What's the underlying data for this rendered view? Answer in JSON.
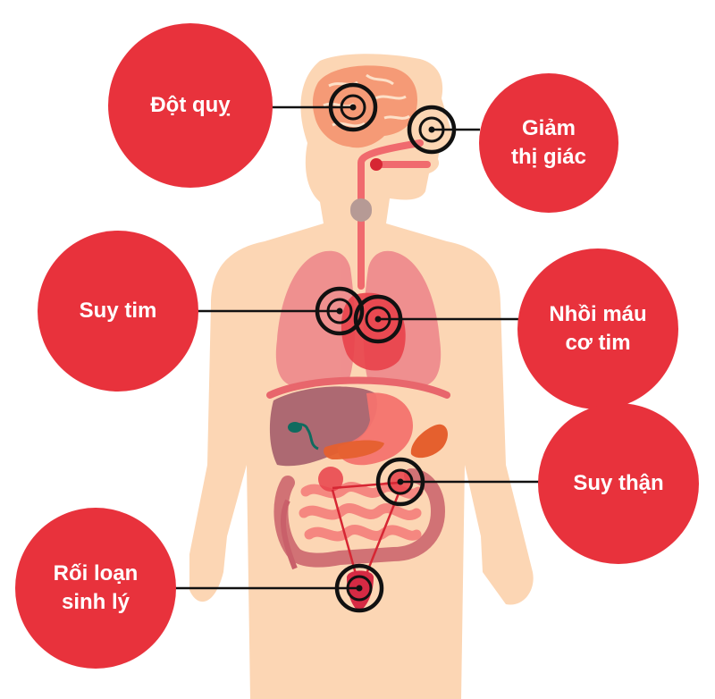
{
  "colors": {
    "bubble": "#e8323c",
    "skin": "#fcd6b4",
    "skin_shadow": "#f8c9a2",
    "brain": "#f59a76",
    "lung": "#ee8a8c",
    "organ_red": "#f0565c",
    "liver": "#a45d6a",
    "gallbladder": "#0f6b5f",
    "pancreas": "#e5602e",
    "intestine": "#f4837d",
    "colon": "#c9606a",
    "vessel": "#f06a6e",
    "thyroid": "#b69a95",
    "target": "#111111"
  },
  "conditions": [
    {
      "id": "stroke",
      "lines": [
        "Đột quỵ"
      ]
    },
    {
      "id": "vision-loss",
      "lines": [
        "Giảm",
        "thị giác"
      ]
    },
    {
      "id": "heart-failure",
      "lines": [
        "Suy tim"
      ]
    },
    {
      "id": "myocardial-infarction",
      "lines": [
        "Nhồi máu",
        "cơ tim"
      ]
    },
    {
      "id": "kidney-failure",
      "lines": [
        "Suy thận"
      ]
    },
    {
      "id": "sexual-dysfunction",
      "lines": [
        "Rối loạn",
        "sinh lý"
      ]
    }
  ]
}
